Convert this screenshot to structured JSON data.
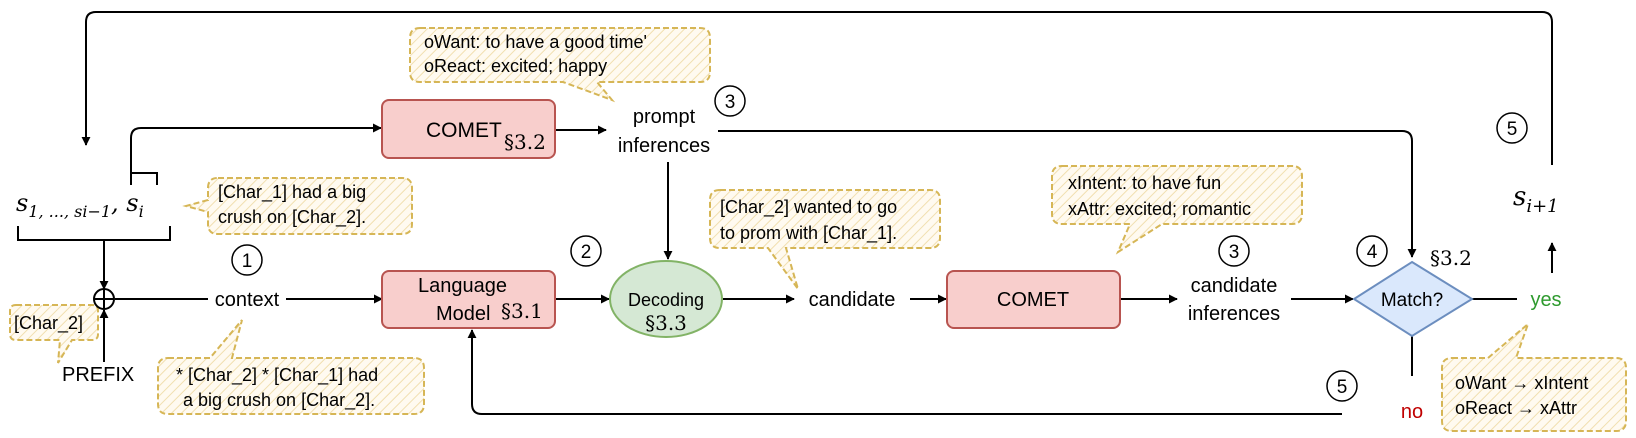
{
  "nodes": {
    "comet_top": {
      "label": "COMET",
      "section": "§3.2"
    },
    "language_model": {
      "line1": "Language",
      "line2": "Model",
      "section": "§3.1"
    },
    "decoding": {
      "label": "Decoding",
      "section": "§3.3"
    },
    "comet_mid": {
      "label": "COMET"
    },
    "match": {
      "label": "Match?",
      "section": "§3.2"
    }
  },
  "labels": {
    "prompt_inferences": {
      "line1": "prompt",
      "line2": "inferences"
    },
    "context": "context",
    "candidate": "candidate",
    "candidate_inferences": {
      "line1": "candidate",
      "line2": "inferences"
    },
    "prefix": "PREFIX",
    "yes": "yes",
    "no": "no",
    "sentences": {
      "s": "s",
      "mid": "1, ..., s",
      "sub_prev": "i−1",
      "sub_i": "i"
    },
    "next_sentence": {
      "s": "s",
      "sub": "i+1"
    },
    "oplus": "⊕"
  },
  "step_numbers": {
    "one": "1",
    "two": "2",
    "three_top": "3",
    "three_mid": "3",
    "four": "4",
    "five_left": "5",
    "five_right": "5"
  },
  "callouts": {
    "prompt_example": [
      "oWant: to have a good time'",
      "oReact: excited; happy"
    ],
    "story_sentence": [
      "[Char_1] had a big",
      "crush on [Char_2]."
    ],
    "prefix_char": [
      "[Char_2]"
    ],
    "context_example": [
      "* [Char_2] * [Char_1] had",
      "a big crush on [Char_2]."
    ],
    "candidate_example": [
      "[Char_2] wanted to go",
      "to prom with [Char_1]."
    ],
    "candidate_inference_example": [
      "xIntent: to have fun",
      "xAttr: excited; romantic"
    ],
    "mapping": [
      "oWant → xIntent",
      "oReact → xAttr"
    ]
  },
  "colors": {
    "comet_fill": "#f8cecc",
    "comet_stroke": "#b85450",
    "decoding_fill": "#d5e8d4",
    "decoding_stroke": "#82b366",
    "match_fill": "#dae8fc",
    "match_stroke": "#6c8ebf",
    "callout_fill": "#fff8e6",
    "callout_stroke": "#d6b656",
    "yes": "#2e9a2e",
    "no": "#c00000"
  }
}
